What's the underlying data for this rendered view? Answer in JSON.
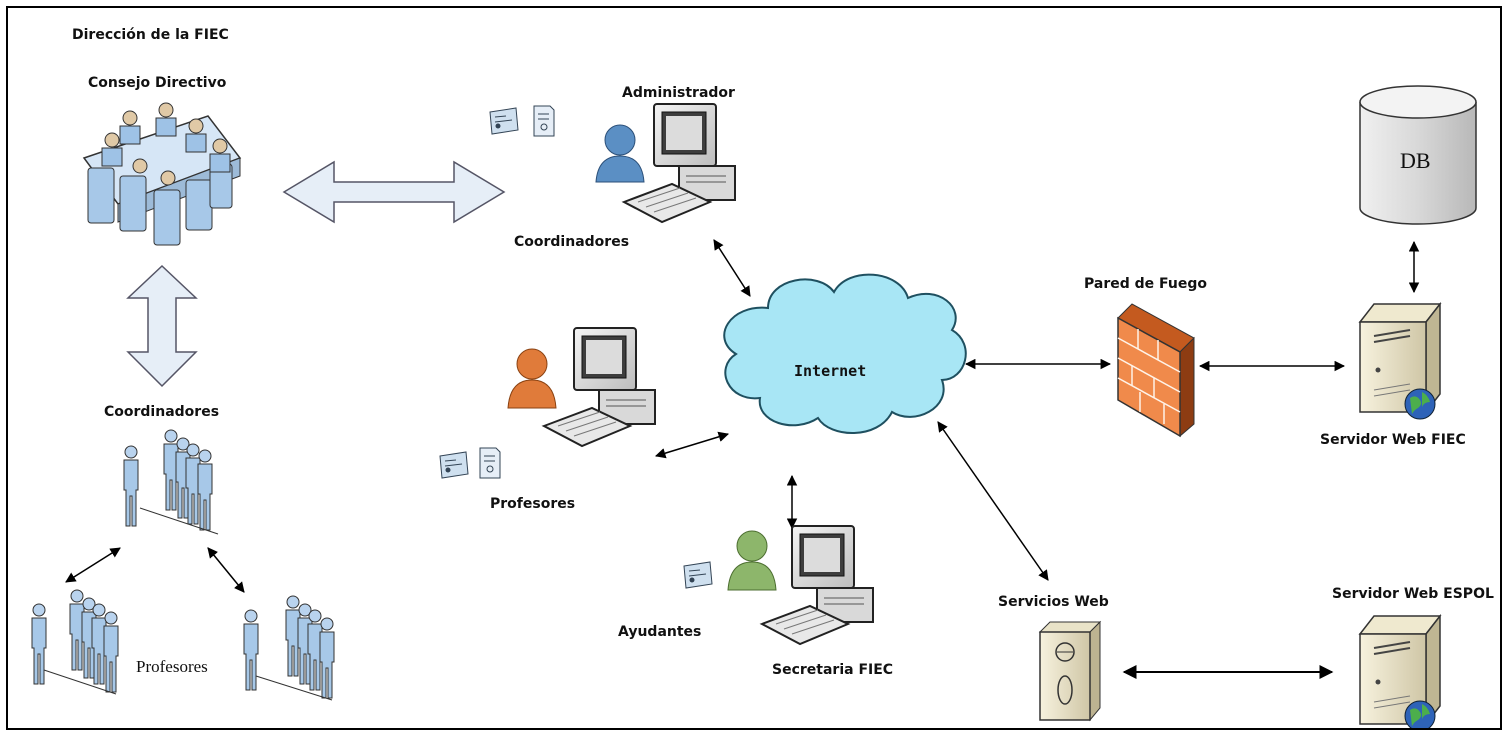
{
  "labels": {
    "direccion": "Dirección de la FIEC",
    "consejo": "Consejo Directivo",
    "coordinadores_left": "Coordinadores",
    "profesores_left": "Profesores",
    "administrador": "Administrador",
    "coordinadores_mid": "Coordinadores",
    "profesores_mid": "Profesores",
    "ayudantes": "Ayudantes",
    "secretaria": "Secretaria FIEC",
    "internet": "Internet",
    "pared": "Pared de Fuego",
    "db": "DB",
    "servidor_fiec": "Servidor Web FIEC",
    "servicios": "Servicios Web",
    "servidor_espol": "Servidor Web ESPOL"
  },
  "colors": {
    "cloud": "#a8e6f5",
    "firewall": "#f08a4b",
    "person_blue": "#5b8fc4",
    "person_orange": "#e07b3a",
    "person_green": "#8db66b",
    "people": "#a7c8e8",
    "arrow_fill": "#e6eef7"
  }
}
